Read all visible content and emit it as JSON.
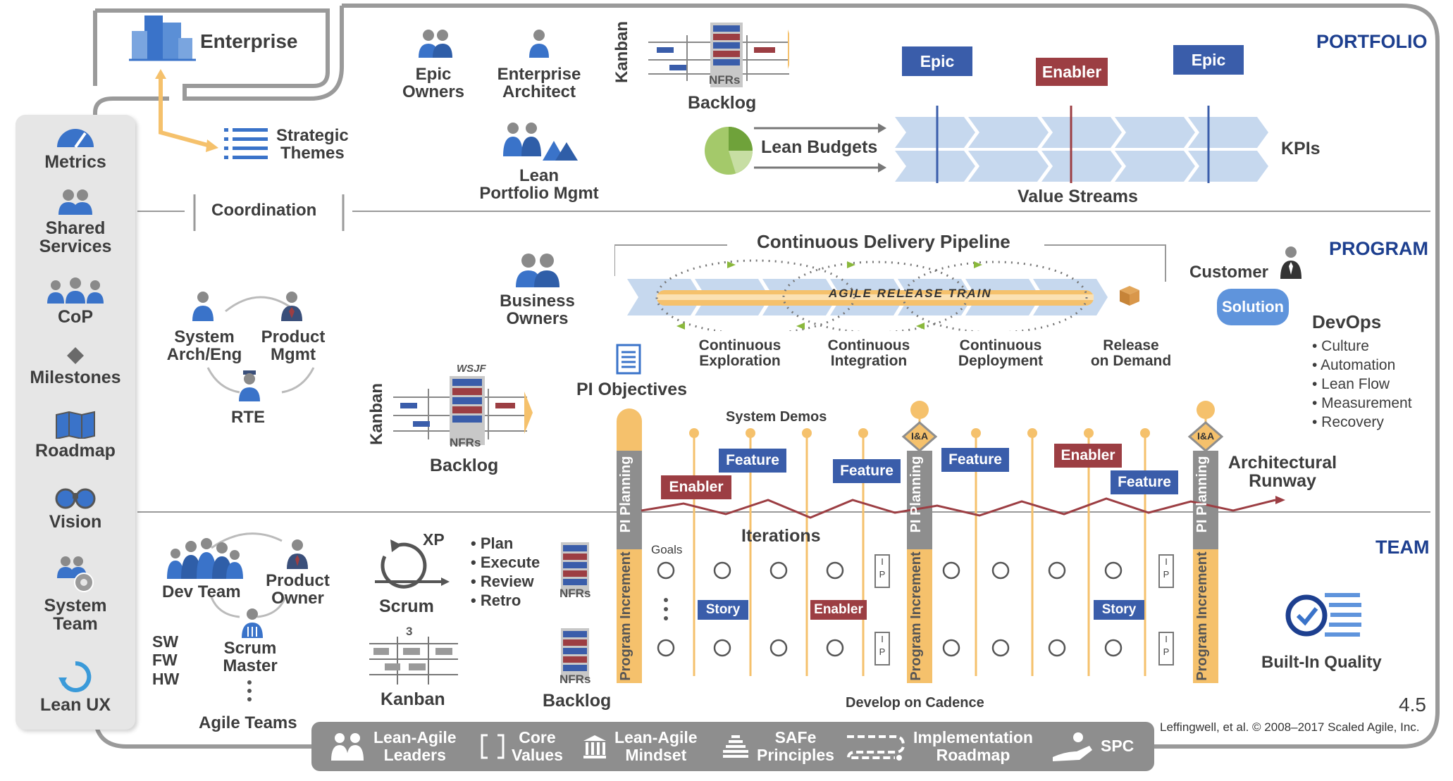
{
  "levels": {
    "portfolio": "PORTFOLIO",
    "program": "PROGRAM",
    "team": "TEAM"
  },
  "enterprise": "Enterprise",
  "strategic_themes": "Strategic\nThemes",
  "coordination": "Coordination",
  "sidebar": [
    {
      "label": "Metrics",
      "icon": "gauge-icon"
    },
    {
      "label": "Shared\nServices",
      "icon": "people-icon"
    },
    {
      "label": "CoP",
      "icon": "group-icon"
    },
    {
      "label": "Milestones",
      "icon": "diamond-icon"
    },
    {
      "label": "Roadmap",
      "icon": "map-icon"
    },
    {
      "label": "Vision",
      "icon": "binoculars-icon"
    },
    {
      "label": "System\nTeam",
      "icon": "gear-people-icon"
    },
    {
      "label": "Lean UX",
      "icon": "cycle-icon"
    }
  ],
  "portfolio": {
    "epic_owners": "Epic\nOwners",
    "enterprise_architect": "Enterprise\nArchitect",
    "lean_portfolio_mgmt": "Lean\nPortfolio Mgmt",
    "kanban": "Kanban",
    "nfrs": "NFRs",
    "backlog": "Backlog",
    "lean_budgets": "Lean Budgets",
    "epic_1": "Epic",
    "enabler": "Enabler",
    "epic_2": "Epic",
    "kpis": "KPIs",
    "value_streams": "Value Streams"
  },
  "program": {
    "cdp_title": "Continuous Delivery Pipeline",
    "art": "AGILE RELEASE TRAIN",
    "stages": [
      "Continuous\nExploration",
      "Continuous\nIntegration",
      "Continuous\nDeployment",
      "Release\non Demand"
    ],
    "business_owners": "Business\nOwners",
    "system_arch": "System\nArch/Eng",
    "product_mgmt": "Product\nMgmt",
    "rte": "RTE",
    "kanban": "Kanban",
    "wsjf": "WSJF",
    "nfrs": "NFRs",
    "backlog": "Backlog",
    "pi_objectives": "PI Objectives",
    "system_demos": "System Demos",
    "customer": "Customer",
    "solution": "Solution",
    "devops_title": "DevOps",
    "devops": [
      "• Culture",
      "• Automation",
      "• Lean Flow",
      "• Measurement",
      "• Recovery"
    ],
    "architectural_runway": "Architectural\nRunway",
    "features": [
      "Feature",
      "Feature",
      "Feature",
      "Feature"
    ],
    "enablers": [
      "Enabler",
      "Enabler"
    ],
    "pi_planning": "PI Planning",
    "ia": "I&A"
  },
  "team": {
    "dev_team": "Dev Team",
    "product_owner": "Product\nOwner",
    "scrum_master": "Scrum\nMaster",
    "agile_teams": "Agile Teams",
    "sw_fw_hw": "SW\nFW\nHW",
    "xp": "XP",
    "scrum": "Scrum",
    "kanban": "Kanban",
    "kanban_wip": "3",
    "steps": [
      "• Plan",
      "• Execute",
      "• Review",
      "• Retro"
    ],
    "nfrs": "NFRs",
    "backlog": "Backlog",
    "iterations": "Iterations",
    "goals": "Goals",
    "story": "Story",
    "enabler": "Enabler",
    "ip": "I\nP",
    "program_increment": "Program Increment",
    "develop_on_cadence": "Develop on Cadence",
    "built_in_quality": "Built-In Quality"
  },
  "footer": [
    {
      "label": "Lean-Agile\nLeaders",
      "icon": "leaders-icon"
    },
    {
      "label": "Core\nValues",
      "icon": "brackets-icon"
    },
    {
      "label": "Lean-Agile\nMindset",
      "icon": "temple-icon"
    },
    {
      "label": "SAFe\nPrinciples",
      "icon": "stack-icon"
    },
    {
      "label": "Implementation\nRoadmap",
      "icon": "route-icon"
    },
    {
      "label": "SPC",
      "icon": "hand-icon"
    }
  ],
  "version": "4.5",
  "copyright": "Leffingwell, et al. © 2008–2017 Scaled Agile, Inc.",
  "colors": {
    "level": "#1d3f8f",
    "blue": "#3a5daa",
    "red": "#9c3e43",
    "orange": "#f5c16c",
    "gray": "#8e8e8e"
  }
}
